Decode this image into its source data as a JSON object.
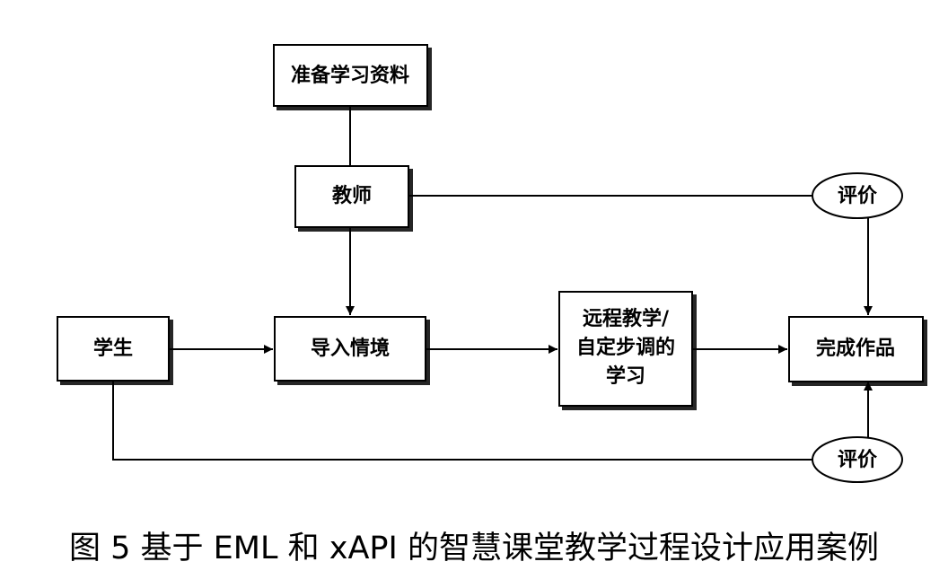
{
  "nodes": {
    "prepare": "准备学习资料",
    "teacher": "教师",
    "student": "学生",
    "intro": "导入情境",
    "remote_line1": "远程教学/",
    "remote_line2": "自定步调的",
    "remote_line3": "学习",
    "complete": "完成作品",
    "eval_top": "评价",
    "eval_bottom": "评价"
  },
  "caption": "图 5 基于 EML 和 xAPI 的智慧课堂教学过程设计应用案例"
}
